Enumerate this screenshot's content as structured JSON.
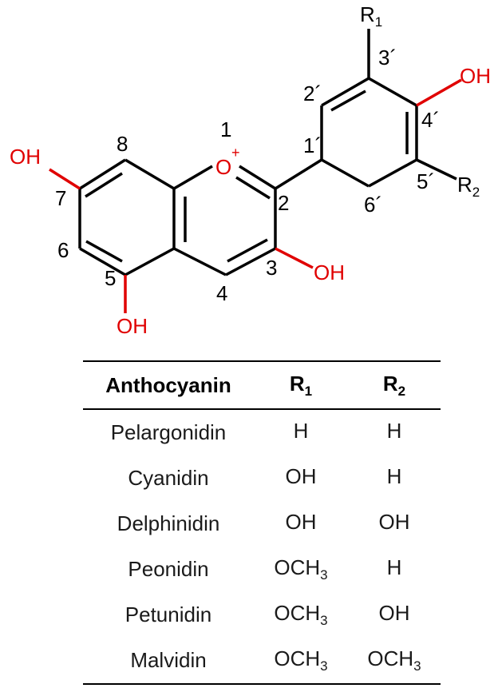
{
  "structure": {
    "atoms": {
      "oxygen_ring": "O",
      "charge": "+",
      "hydroxyl": "OH",
      "r1_letter": "R",
      "r1_index": "1",
      "r2_letter": "R",
      "r2_index": "2"
    },
    "positions": {
      "p1": "1",
      "p2": "2",
      "p3": "3",
      "p4": "4",
      "p5": "5",
      "p6": "6",
      "p7": "7",
      "p8": "8",
      "p1p": "1´",
      "p2p": "2´",
      "p3p": "3´",
      "p4p": "4´",
      "p5p": "5´",
      "p6p": "6´"
    },
    "colors": {
      "heteroatom": "#e00000",
      "bond": "#000000"
    }
  },
  "table": {
    "headers": {
      "name": "Anthocyanin",
      "r1_letter": "R",
      "r1_index": "1",
      "r2_letter": "R",
      "r2_index": "2"
    },
    "rows": [
      {
        "name": "Pelargonidin",
        "r1": "H",
        "r1_sub": "",
        "r1_tail": "",
        "r2": "H",
        "r2_sub": "",
        "r2_tail": ""
      },
      {
        "name": "Cyanidin",
        "r1": "OH",
        "r1_sub": "",
        "r1_tail": "",
        "r2": "H",
        "r2_sub": "",
        "r2_tail": ""
      },
      {
        "name": "Delphinidin",
        "r1": "OH",
        "r1_sub": "",
        "r1_tail": "",
        "r2": "OH",
        "r2_sub": "",
        "r2_tail": ""
      },
      {
        "name": "Peonidin",
        "r1": "OCH",
        "r1_sub": "3",
        "r1_tail": "",
        "r2": "H",
        "r2_sub": "",
        "r2_tail": ""
      },
      {
        "name": "Petunidin",
        "r1": "OCH",
        "r1_sub": "3",
        "r1_tail": "",
        "r2": "OH",
        "r2_sub": "",
        "r2_tail": ""
      },
      {
        "name": "Malvidin",
        "r1": "OCH",
        "r1_sub": "3",
        "r1_tail": "",
        "r2": "OCH",
        "r2_sub": "3",
        "r2_tail": ""
      }
    ]
  }
}
